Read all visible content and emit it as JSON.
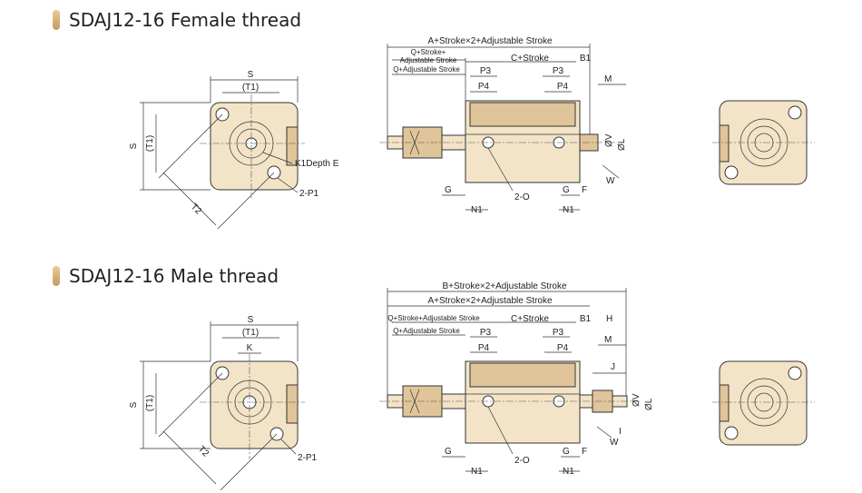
{
  "sections": [
    {
      "title": "SDAJ12-16 Female thread",
      "front_labels": {
        "s_top": "S",
        "t1_top": "(T1)",
        "s_side": "S",
        "t1_side": "(T1)",
        "t2": "T2",
        "k1": "K1Depth E",
        "p1": "2-P1"
      },
      "side_labels": {
        "a_stroke": "A+Stroke×2+Adjustable Stroke",
        "q_stroke_l1": "Q+Stroke+",
        "q_stroke_l2": "Adjustable Stroke",
        "q_adj": "Q+Adjustable Stroke",
        "c_stroke": "C+Stroke",
        "b1": "B1",
        "p3_left": "P3",
        "p3_right": "P3",
        "p4_left": "P4",
        "p4_right": "P4",
        "m": "M",
        "v": "ØV",
        "l": "ØL",
        "w": "W",
        "g_left": "G",
        "g_right": "G",
        "f": "F",
        "n1_left": "N1",
        "n1_right": "N1",
        "o": "2-O"
      }
    },
    {
      "title": "SDAJ12-16 Male thread",
      "front_labels": {
        "s_top": "S",
        "t1_top": "(T1)",
        "k": "K",
        "s_side": "S",
        "t1_side": "(T1)",
        "t2": "T2",
        "p1": "2-P1"
      },
      "side_labels": {
        "b_stroke": "B+Stroke×2+Adjustable Stroke",
        "a_stroke": "A+Stroke×2+Adjustable Stroke",
        "q_stroke": "Q+Stroke+Adjustable Stroke",
        "q_adj": "Q+Adjustable Stroke",
        "c_stroke": "C+Stroke",
        "b1": "B1",
        "h": "H",
        "p3_left": "P3",
        "p3_right": "P3",
        "p4_left": "P4",
        "p4_right": "P4",
        "m": "M",
        "j": "J",
        "v": "ØV",
        "l": "ØL",
        "w": "W",
        "i": "I",
        "g_left": "G",
        "g_right": "G",
        "f": "F",
        "n1_left": "N1",
        "n1_right": "N1",
        "o": "2-O"
      }
    }
  ],
  "colors": {
    "body": "#f3e4c8",
    "body_shade": "#e0c49a",
    "title_bar": "#c79a5e"
  }
}
